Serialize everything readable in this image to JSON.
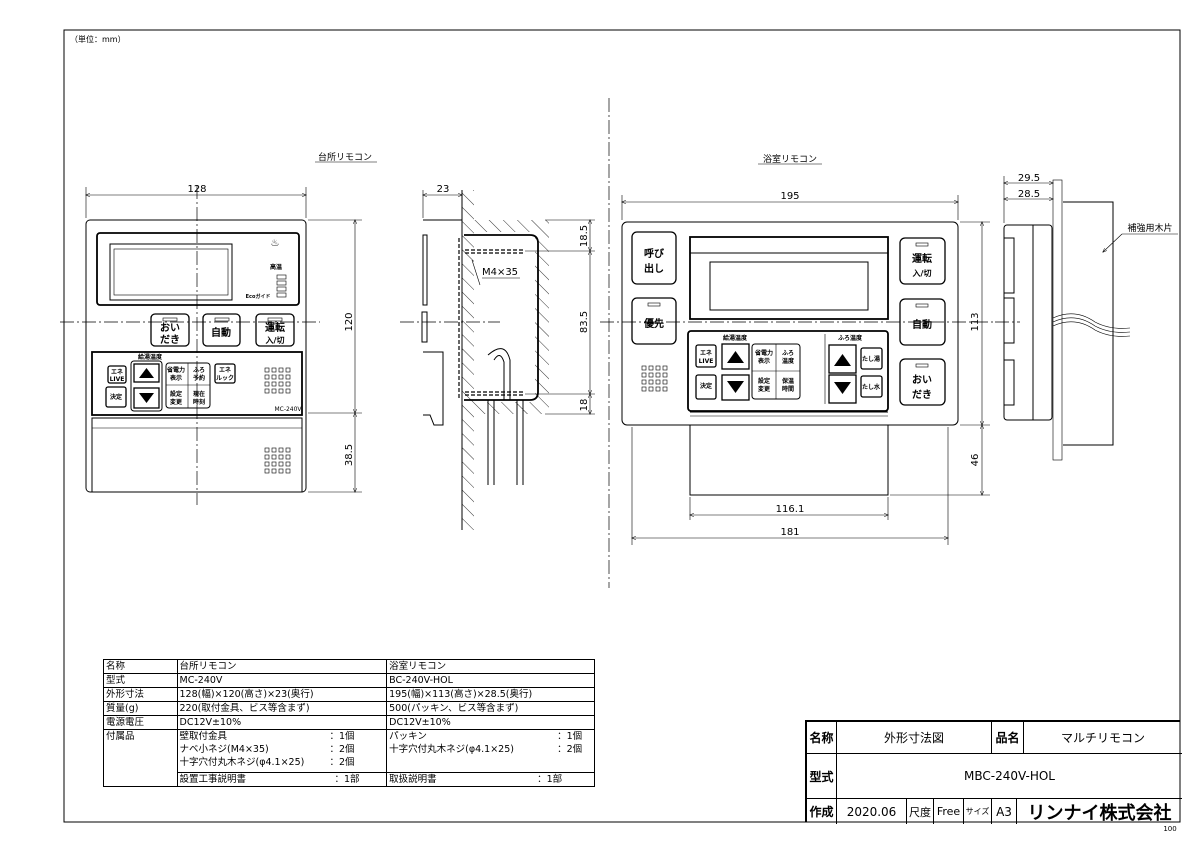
{
  "unit_note": "（単位：mm）",
  "views": {
    "kitchen_title": "台所リモコン",
    "bath_title": "浴室リモコン"
  },
  "dims": {
    "k_width": "128",
    "k_height": "120",
    "k_cover": "38.5",
    "k_depth": "23",
    "k_top": "18.5",
    "k_mid": "83.5",
    "k_bottom": "18",
    "screw": "M4×35",
    "b_width": "195",
    "b_height": "113",
    "b_cover": "46",
    "b_inner": "116.1",
    "b_bottom_w": "181",
    "b_depth1": "29.5",
    "b_depth2": "28.5",
    "wood": "補強用木片"
  },
  "kitchen_remote": {
    "oidaki": [
      "おい",
      "だき"
    ],
    "jido": "自動",
    "unten": [
      "運転",
      "入/切"
    ],
    "eco_guide": "Ecoガイド",
    "kouon": "高温",
    "hot_label": "給湯温度",
    "ene_live": [
      "エネ",
      "LIVE"
    ],
    "kettei": "決定",
    "shoden": [
      "省電力",
      "表示"
    ],
    "furo_yoyaku": [
      "ふろ",
      "予約"
    ],
    "settei": [
      "設定",
      "変更"
    ],
    "genzai": [
      "現在",
      "時刻"
    ],
    "ene_look": [
      "エネ",
      "ルック"
    ],
    "model": "MC-240V"
  },
  "bath_remote": {
    "yobidashi": [
      "呼び",
      "出し"
    ],
    "yusen": "優先",
    "unten": [
      "運転",
      "入/切"
    ],
    "jido": "自動",
    "oidaki": [
      "おい",
      "だき"
    ],
    "hot_label": "給湯温度",
    "bath_label": "ふろ温度",
    "ene_live": [
      "エネ",
      "LIVE"
    ],
    "kettei": "決定",
    "shoden": [
      "省電力",
      "表示"
    ],
    "furo_ondo": [
      "ふろ",
      "温度"
    ],
    "settei": [
      "設定",
      "変更"
    ],
    "hoon": [
      "保温",
      "時間"
    ],
    "tashiyu": "たし湯",
    "tashimizu": "たし水"
  },
  "spec_table": {
    "headers": [
      "名称",
      "台所リモコン",
      "浴室リモコン"
    ],
    "rows": [
      [
        "型式",
        "MC-240V",
        "BC-240V-HOL"
      ],
      [
        "外形寸法",
        "128(幅)×120(高さ)×23(奥行)",
        "195(幅)×113(高さ)×28.5(奥行)"
      ],
      [
        "質量(g)",
        "220(取付金具、ビス等含まず)",
        "500(パッキン、ビス等含まず)"
      ],
      [
        "電源電圧",
        "DC12V±10%",
        "DC12V±10%"
      ]
    ],
    "accessories_label": "付属品",
    "kitchen_accessories": [
      [
        "壁取付金具",
        "：1個"
      ],
      [
        "ナベ小ネジ(M4×35)",
        "：2個"
      ],
      [
        "十字穴付丸木ネジ(φ4.1×25)",
        "：2個"
      ]
    ],
    "bath_accessories": [
      [
        "パッキン",
        "：1個"
      ],
      [
        "十字穴付丸木ネジ(φ4.1×25)",
        "：2個"
      ]
    ],
    "kitchen_manual": [
      "設置工事説明書",
      "：1部"
    ],
    "bath_manual": [
      "取扱説明書",
      "：1部"
    ]
  },
  "title_block": {
    "name_label": "名称",
    "name": "外形寸法図",
    "product_label": "品名",
    "product": "マルチリモコン",
    "model_label": "型式",
    "model": "MBC-240V-HOL",
    "created_label": "作成",
    "date": "2020.06",
    "scale_label": "尺度",
    "scale": "Free",
    "size_label": "サイズ",
    "size": "A3",
    "company": "リンナイ株式会社"
  },
  "page_code": "100"
}
